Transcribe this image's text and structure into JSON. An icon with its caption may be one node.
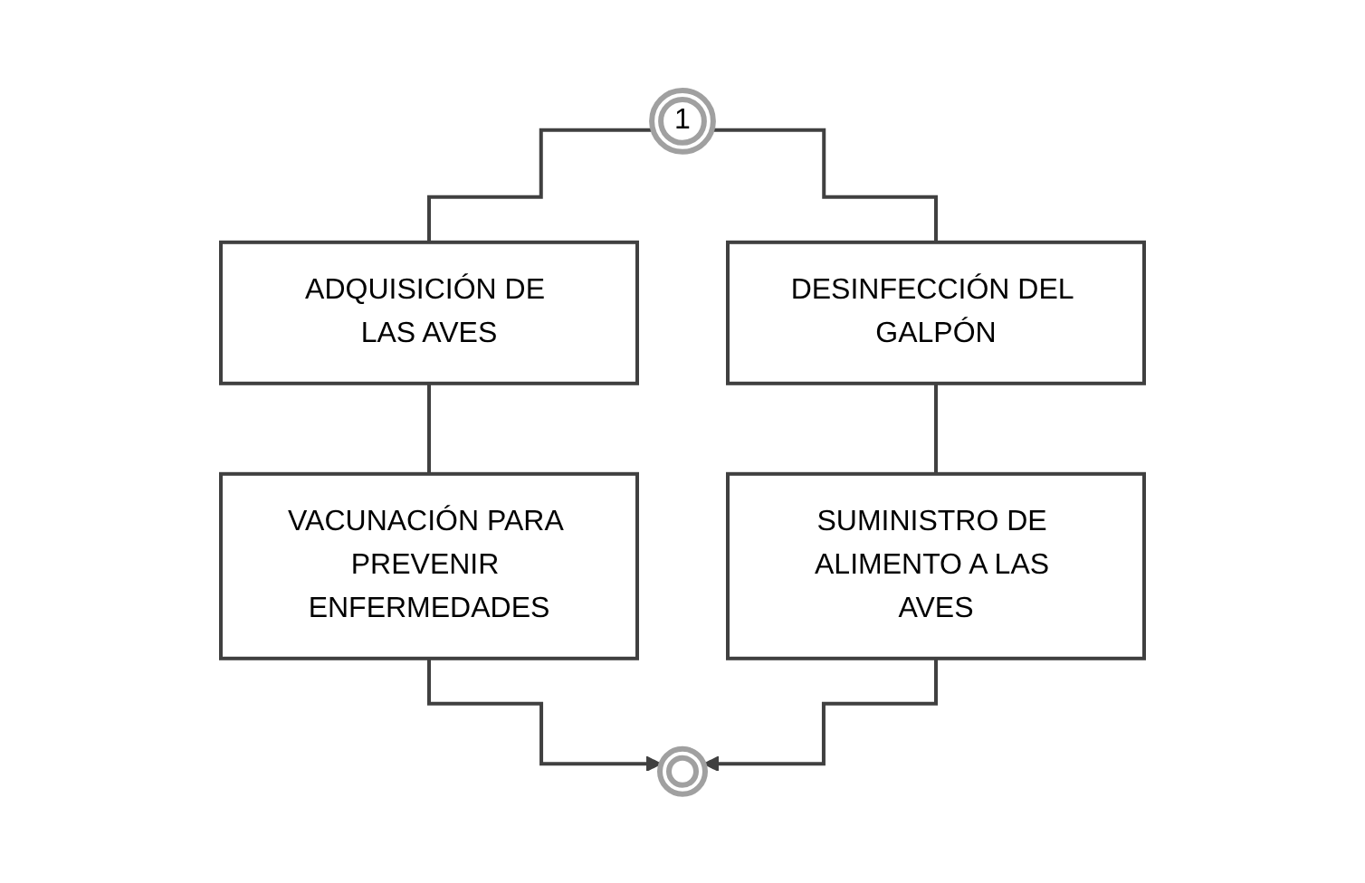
{
  "diagram": {
    "nodes": [
      {
        "text": [
          "1"
        ]
      },
      {
        "text": [
          "ADQUISICIÓN DE LAS AVES"
        ]
      },
      {
        "text": [
          "DESINFECCIÓN DEL GALPÓN"
        ]
      },
      {
        "text": [
          "VACUNACIÓN PARA PREVENIR ENFERMEDADES"
        ]
      },
      {
        "text": [
          "SUMINISTRO DE ALIMENTO A LAS AVES"
        ]
      },
      {
        "text": [],
        "shape": "ellipse"
      }
    ],
    "edges": [
      {
        "from": 0,
        "to": 1,
        "arrow": "none"
      },
      {
        "from": 0,
        "to": 2,
        "arrow": "none"
      },
      {
        "from": 1,
        "to": 3,
        "arrow": "none"
      },
      {
        "from": 2,
        "to": 4,
        "arrow": "none"
      },
      {
        "from": 3,
        "to": 5,
        "arrow": "to"
      },
      {
        "from": 4,
        "to": 5,
        "arrow": "to"
      }
    ]
  }
}
